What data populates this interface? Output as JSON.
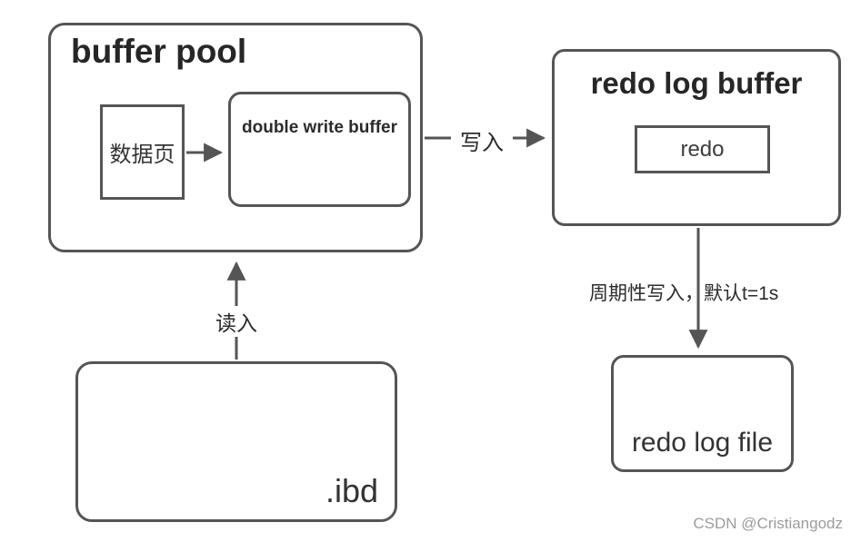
{
  "nodes": {
    "buffer_pool": {
      "title": "buffer pool"
    },
    "data_page": {
      "label": "数据页"
    },
    "double_write_buffer": {
      "label": "double write buffer"
    },
    "redo_log_buffer": {
      "title": "redo log buffer"
    },
    "redo": {
      "label": "redo"
    },
    "redo_log_file": {
      "label": "redo log file"
    },
    "ibd": {
      "label": ".ibd"
    }
  },
  "edges": {
    "data_page_to_double_write_buffer": {
      "from": "数据页",
      "to": "double write buffer",
      "label": ""
    },
    "buffer_pool_to_redo_log_buffer": {
      "from": "buffer pool",
      "to": "redo log buffer",
      "label": "写入"
    },
    "redo_log_buffer_to_redo_log_file": {
      "from": "redo log buffer",
      "to": "redo log file",
      "label": "周期性写入，默认t=1s"
    },
    "ibd_to_buffer_pool": {
      "from": ".ibd",
      "to": "buffer pool",
      "label": "读入"
    }
  },
  "colors": {
    "stroke": "#555555",
    "text": "#2b2b2b",
    "watermark": "#9c9c9c",
    "background": "#ffffff"
  },
  "watermark": "CSDN @Cristiangodz"
}
